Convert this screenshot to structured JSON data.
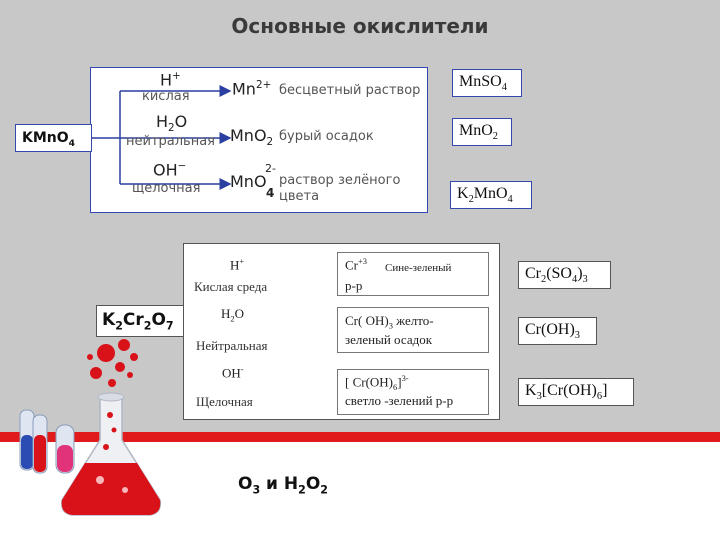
{
  "title": "Основные окислители",
  "kmno4": {
    "reagent": "KMnO4",
    "rows": [
      {
        "top": "H",
        "top_sup": "+",
        "medium": "кислая",
        "product": "Mn",
        "product_sup": "2+",
        "desc": "бесцветный раствор",
        "formula": "MnSO4"
      },
      {
        "top": "H",
        "top_sub": "2",
        "top_tail": "O",
        "medium": "нейтральная",
        "product": "MnO",
        "product_sub": "2",
        "desc": "бурый осадок",
        "formula": "MnO2"
      },
      {
        "top": "OH",
        "top_sup": "−",
        "medium": "щелочная",
        "product": "MnO",
        "product_sup": "2-",
        "product_sub": "4",
        "desc_1": "раствор зелёного",
        "desc_2": "цвета",
        "formula": "K2MnO4"
      }
    ]
  },
  "k2cr2o7": {
    "reagent": "K2Cr2O7",
    "rows": [
      {
        "condition": "H",
        "condition_sup": "+",
        "medium": "Кислая среда",
        "product": "Cr",
        "product_sup": "+3",
        "desc_inline": "Сине-зеленый",
        "desc_2": "р-р",
        "formula": "Cr2(SO4)3"
      },
      {
        "condition": "H",
        "condition_sub": "2",
        "condition_tail": "O",
        "medium": "Нейтральная",
        "product": "Cr( OH)",
        "product_sub": "3",
        "desc_inline": "желто-",
        "desc_2": "зеленый осадок",
        "formula": "Cr(OH)3"
      },
      {
        "condition": "OH",
        "condition_sup": "-",
        "medium": "Щелочная",
        "product": "[ Cr(OH)",
        "product_sub": "6",
        "product_tail": "]",
        "product_sup": "3-",
        "desc_2": "светло -зелений р-р",
        "formula": "K3[Cr(OH)6]"
      }
    ]
  },
  "other": {
    "text": "O3 и H2O2"
  },
  "colors": {
    "arrow_blue": "#2b3fa0",
    "red_band": "#e11b1b",
    "background": "#c8c8c8",
    "flask_red": "#d9121a"
  }
}
